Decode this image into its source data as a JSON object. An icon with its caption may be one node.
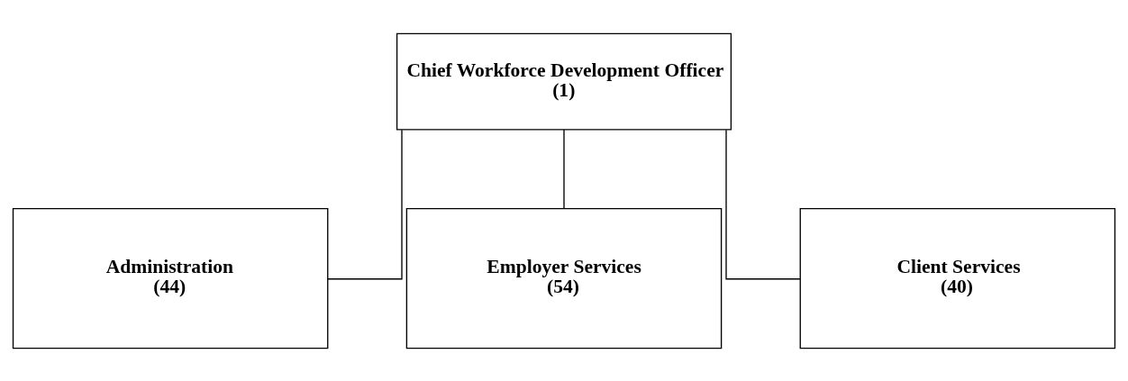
{
  "diagram": {
    "nodes": [
      {
        "text": [
          "Chief Workforce Development Officer",
          "(1)"
        ]
      },
      {
        "text": [
          "Administration",
          "(44)"
        ]
      },
      {
        "text": [
          "Employer Services",
          "(54)"
        ]
      },
      {
        "text": [
          "Client Services",
          "(40)"
        ]
      }
    ],
    "edges": [
      {
        "from": 0,
        "to": 1,
        "arrow": "none"
      },
      {
        "from": 0,
        "to": 2,
        "arrow": "none"
      },
      {
        "from": 0,
        "to": 3,
        "arrow": "none"
      }
    ]
  }
}
